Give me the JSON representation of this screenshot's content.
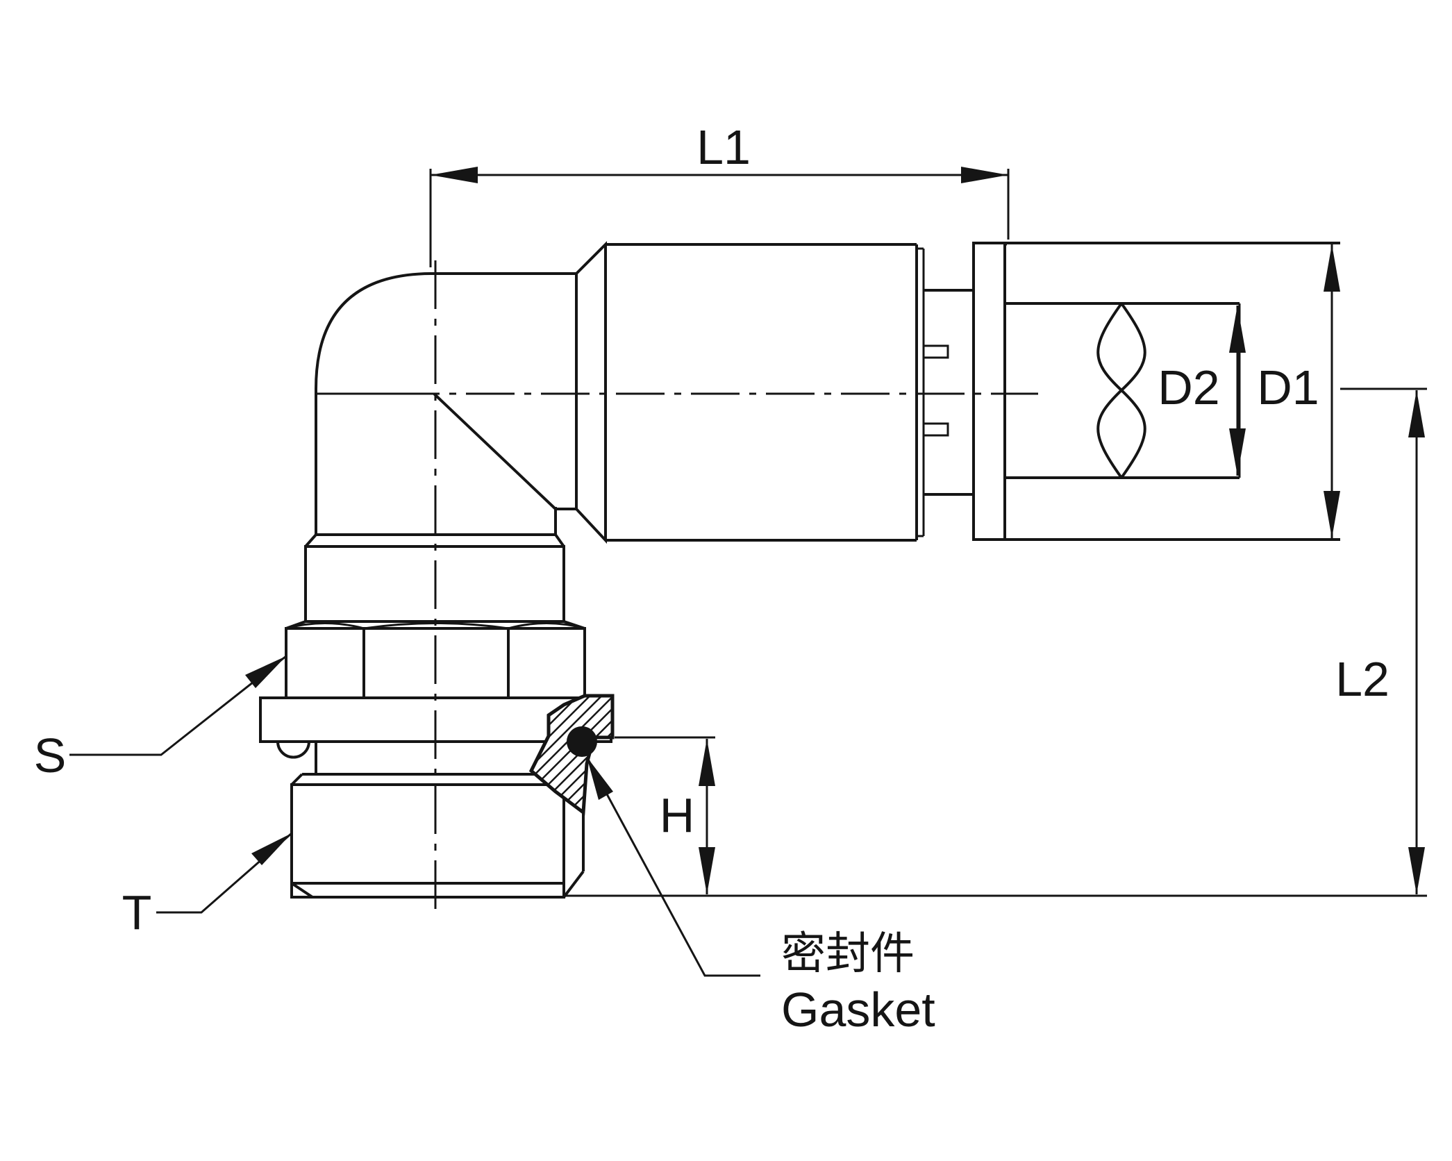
{
  "labels": {
    "L1": "L1",
    "L2": "L2",
    "D1": "D1",
    "D2": "D2",
    "H": "H",
    "S": "S",
    "T": "T",
    "gasket_cn": "密封件",
    "gasket_en": "Gasket"
  },
  "colors": {
    "line": "#151515",
    "background": "#ffffff"
  }
}
